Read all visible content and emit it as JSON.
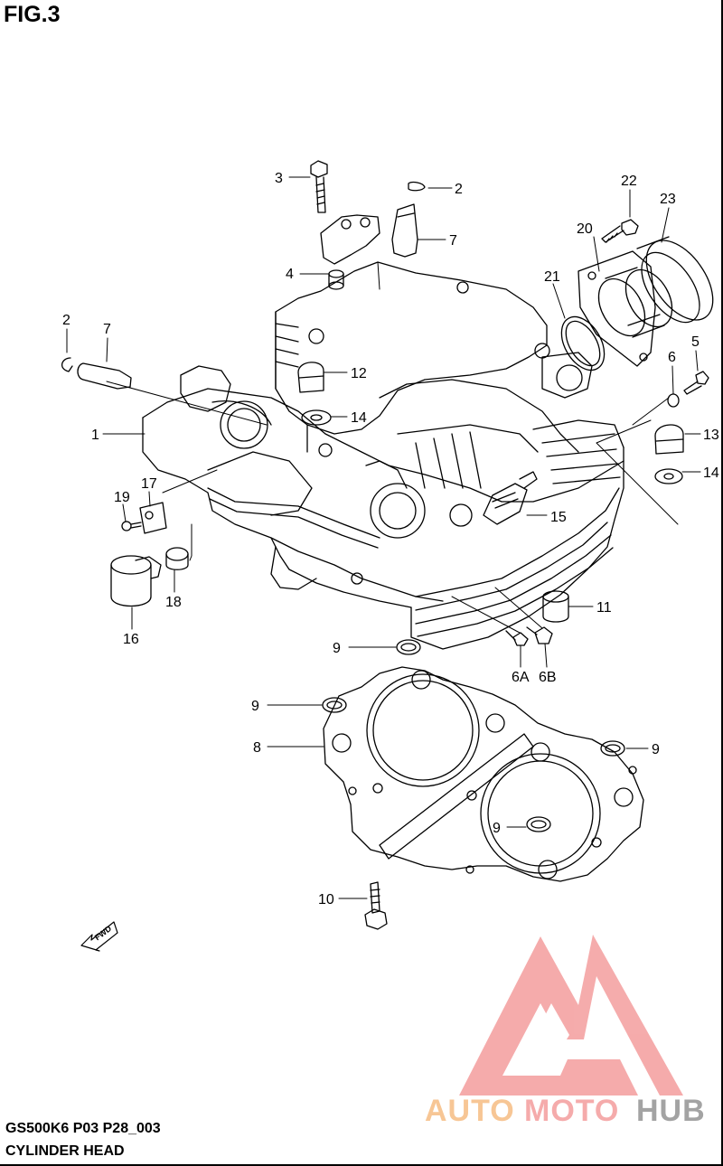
{
  "figure": {
    "title": "FIG.3"
  },
  "footer": {
    "model_code": "GS500K6 P03 P28_003",
    "diagram_name": "CYLINDER HEAD"
  },
  "fwd_arrow": {
    "label": "FWD"
  },
  "watermark": {
    "part_auto": "AUTO",
    "part_moto": "MOTO",
    "part_hub": "HUB",
    "colors": {
      "logo": "#f4a3a3",
      "auto": "#f7c08a",
      "moto": "#f4a3a3",
      "hub": "#9a9a9a"
    }
  },
  "callouts": [
    {
      "id": "c-3",
      "label": "3"
    },
    {
      "id": "c-2-top",
      "label": "2"
    },
    {
      "id": "c-7-top",
      "label": "7"
    },
    {
      "id": "c-4",
      "label": "4"
    },
    {
      "id": "c-22",
      "label": "22"
    },
    {
      "id": "c-23",
      "label": "23"
    },
    {
      "id": "c-20",
      "label": "20"
    },
    {
      "id": "c-21",
      "label": "21"
    },
    {
      "id": "c-5",
      "label": "5"
    },
    {
      "id": "c-6",
      "label": "6"
    },
    {
      "id": "c-13",
      "label": "13"
    },
    {
      "id": "c-14-right",
      "label": "14"
    },
    {
      "id": "c-2-left",
      "label": "2"
    },
    {
      "id": "c-7-left",
      "label": "7"
    },
    {
      "id": "c-12",
      "label": "12"
    },
    {
      "id": "c-14-mid",
      "label": "14"
    },
    {
      "id": "c-1",
      "label": "1"
    },
    {
      "id": "c-17",
      "label": "17"
    },
    {
      "id": "c-19",
      "label": "19"
    },
    {
      "id": "c-15",
      "label": "15"
    },
    {
      "id": "c-16",
      "label": "16"
    },
    {
      "id": "c-18",
      "label": "18"
    },
    {
      "id": "c-11",
      "label": "11"
    },
    {
      "id": "c-9-a",
      "label": "9"
    },
    {
      "id": "c-6A",
      "label": "6A"
    },
    {
      "id": "c-6B",
      "label": "6B"
    },
    {
      "id": "c-9-b",
      "label": "9"
    },
    {
      "id": "c-8",
      "label": "8"
    },
    {
      "id": "c-9-c",
      "label": "9"
    },
    {
      "id": "c-9-d",
      "label": "9"
    },
    {
      "id": "c-10",
      "label": "10"
    }
  ]
}
